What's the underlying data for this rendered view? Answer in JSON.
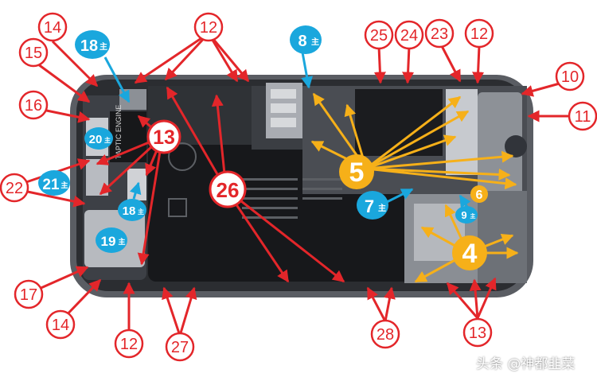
{
  "labels": {
    "c14_top": "14",
    "c15": "15",
    "c16": "16",
    "c22": "22",
    "c17": "17",
    "c14_bottom": "14",
    "c12_top_left": "12",
    "c12_bottom": "12",
    "c27": "27",
    "c28": "28",
    "c13_bottom": "13",
    "c25": "25",
    "c24": "24",
    "c23": "23",
    "c12_top_right": "12",
    "c10": "10",
    "c11": "11",
    "big_13": "13",
    "big_26": "26",
    "big_5": "5",
    "big_4": "4",
    "big_6": "6",
    "b18_top": "18",
    "b18_mid": "18",
    "b20": "20",
    "b21": "21",
    "b19": "19",
    "b8": "8",
    "b7": "7",
    "b9": "9",
    "badge_suffix": "主",
    "engine_text": "TAPTIC ENGINE"
  },
  "watermark": "头条 @神都韭菜",
  "colors": {
    "red": "#e3262a",
    "blue": "#1aa7dd",
    "orange": "#f6b019"
  }
}
